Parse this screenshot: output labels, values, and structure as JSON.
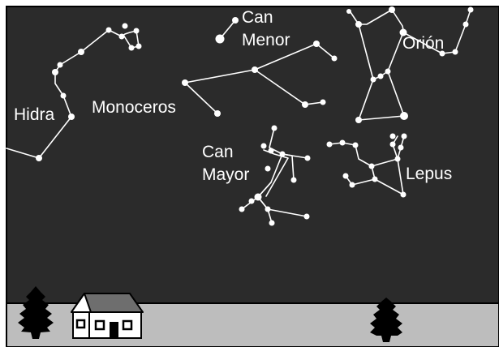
{
  "colors": {
    "sky": "#2b2b2b",
    "ground": "#bdbdbd",
    "star": "#ffffff",
    "house_wall": "#ffffff",
    "house_roof": "#6e6e6e",
    "tree": "#000000"
  },
  "constellations": [
    {
      "id": "hidra",
      "label": "Hidra"
    },
    {
      "id": "can-menor",
      "label_line1": "Can",
      "label_line2": "Menor"
    },
    {
      "id": "monoceros",
      "label": "Monoceros"
    },
    {
      "id": "orion",
      "label": "Orión"
    },
    {
      "id": "can-mayor",
      "label_line1": "Can",
      "label_line2": "Mayor"
    },
    {
      "id": "lepus",
      "label": "Lepus"
    }
  ],
  "landscape": {
    "items": [
      "tree",
      "house",
      "tree"
    ]
  }
}
